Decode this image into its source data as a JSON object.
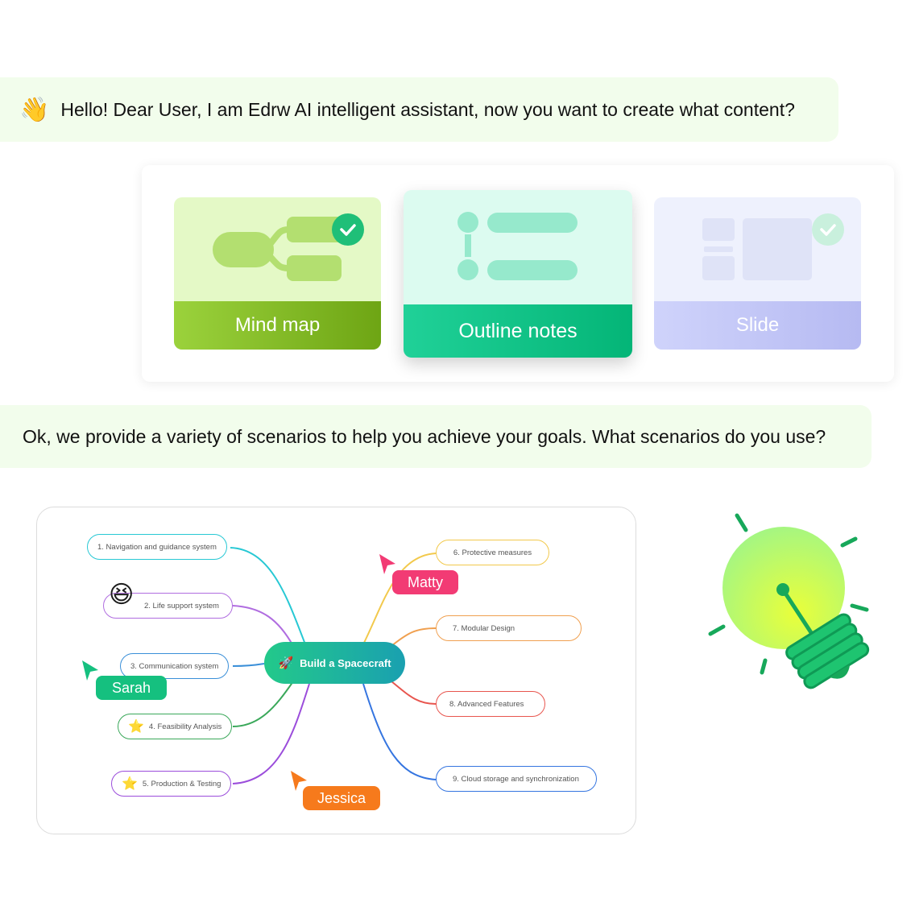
{
  "greeting": {
    "icon": "waving-hand",
    "text": "Hello! Dear User, I am Edrw AI intelligent assistant, now you want to create what content?"
  },
  "options": [
    {
      "label": "Mind map",
      "selected": true,
      "accent": "#7cb718"
    },
    {
      "label": "Outline notes",
      "selected": false,
      "accent": "#04b577"
    },
    {
      "label": "Slide",
      "selected": true,
      "accent": "#b6baf2"
    }
  ],
  "reply": {
    "text": "Ok, we provide a variety of scenarios to help you achieve your goals. What scenarios do you use?"
  },
  "mindmap": {
    "center": {
      "icon": "rocket",
      "label": "Build a Spacecraft"
    },
    "left_nodes": [
      {
        "label": "1. Navigation and guidance system",
        "color": "#27c8d4"
      },
      {
        "label": "2. Life support system",
        "color": "#b06de0",
        "icon": "laughing-face"
      },
      {
        "label": "3. Communication system",
        "color": "#3a8fd8"
      },
      {
        "label": "4. Feasibility Analysis",
        "color": "#3aa85a",
        "icon": "star"
      },
      {
        "label": "5. Production & Testing",
        "color": "#9b4ddb",
        "icon": "star"
      }
    ],
    "right_nodes": [
      {
        "label": "6. Protective measures",
        "color": "#f2c94c"
      },
      {
        "label": "7. Modular Design",
        "color": "#f0a050"
      },
      {
        "label": "8. Advanced Features",
        "color": "#e8554e"
      },
      {
        "label": "9. Cloud storage and synchronization",
        "color": "#3575e0"
      }
    ],
    "collaborators": [
      {
        "name": "Matty",
        "color": "#f23b74"
      },
      {
        "name": "Sarah",
        "color": "#15c07f"
      },
      {
        "name": "Jessica",
        "color": "#f67a1c"
      }
    ]
  },
  "decoration": {
    "icon": "lightbulb"
  }
}
